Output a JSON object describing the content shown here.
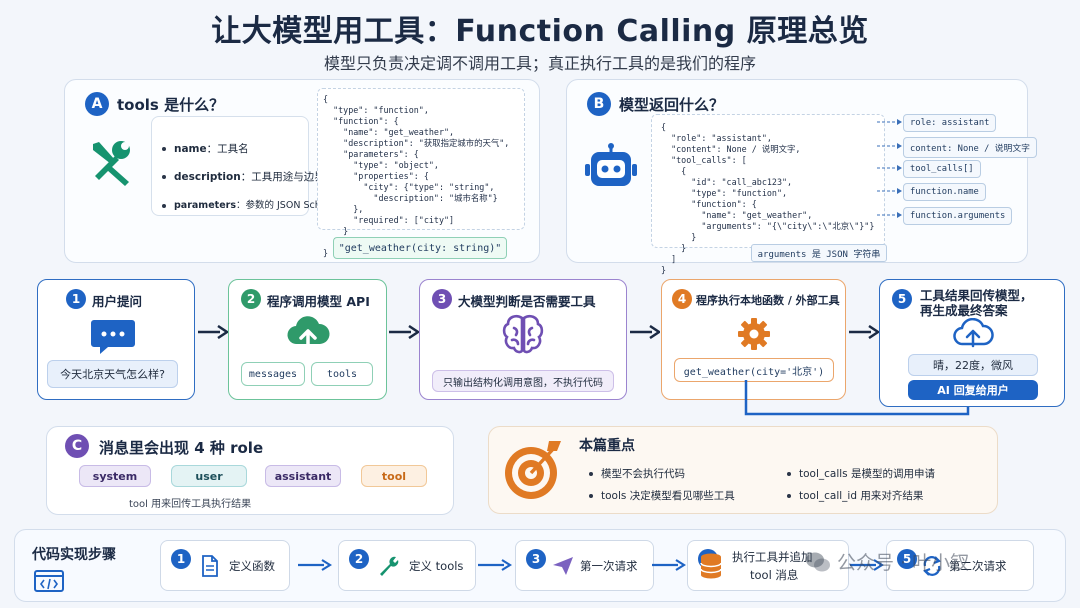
{
  "header": {
    "title": "让大模型用工具：Function Calling 原理总览",
    "subtitle": "模型只负责决定调不调用工具；真正执行工具的是我们的程序"
  },
  "section_a": {
    "badge": "A",
    "title": "tools 是什么？",
    "fields": [
      {
        "key": "name",
        "desc": "：工具名"
      },
      {
        "key": "description",
        "desc": "：工具用途与边界"
      },
      {
        "key": "parameters",
        "desc": "：参数的 JSON Schema"
      }
    ],
    "code": "{\n  \"type\": \"function\",\n  \"function\": {\n    \"name\": \"get_weather\",\n    \"description\": \"获取指定城市的天气\",\n    \"parameters\": {\n      \"type\": \"object\",\n      \"properties\": {\n        \"city\": {\"type\": \"string\",\n          \"description\": \"城市名称\"}\n      },\n      \"required\": [\"city\"]\n    }\n  }\n}",
    "signature": "\"get_weather(city: string)\""
  },
  "section_b": {
    "badge": "B",
    "title": "模型返回什么？",
    "code": "{\n  \"role\": \"assistant\",\n  \"content\": None / 说明文字,\n  \"tool_calls\": [\n    {\n      \"id\": \"call_abc123\",\n      \"type\": \"function\",\n      \"function\": {\n        \"name\": \"get_weather\",\n        \"arguments\": \"{\\\"city\\\":\\\"北京\\\"}\"}\n      }\n    }\n  ]\n}",
    "arguments_note": "arguments 是 JSON 字符串",
    "tags": [
      "role: assistant",
      "content: None / 说明文字",
      "tool_calls[]",
      "function.name",
      "function.arguments"
    ]
  },
  "flow": [
    {
      "num": "1",
      "title": "用户提问",
      "detail": "今天北京天气怎么样?"
    },
    {
      "num": "2",
      "title": "程序调用模型 API",
      "chips": [
        "messages",
        "tools"
      ]
    },
    {
      "num": "3",
      "title": "大模型判断是否需要工具",
      "detail": "只输出结构化调用意图，不执行代码"
    },
    {
      "num": "4",
      "title": "程序执行本地函数 / 外部工具",
      "detail": "get_weather(city='北京')"
    },
    {
      "num": "5",
      "title": "工具结果回传模型，",
      "title2": "再生成最终答案",
      "result": "晴，22度，微风",
      "reply": "AI 回复给用户"
    }
  ],
  "section_c": {
    "badge": "C",
    "title": "消息里会出现 4 种 role",
    "roles": [
      "system",
      "user",
      "assistant",
      "tool"
    ],
    "note": "tool 用来回传工具执行结果"
  },
  "key_points": {
    "title": "本篇重点",
    "items": [
      "模型不会执行代码",
      "tool_calls 是模型的调用申请",
      "tools 决定模型看见哪些工具",
      "tool_call_id 用来对齐结果"
    ]
  },
  "code_steps": {
    "title": "代码实现步骤",
    "steps": [
      {
        "num": "1",
        "label": "定义函数"
      },
      {
        "num": "2",
        "label": "定义 tools"
      },
      {
        "num": "3",
        "label": "第一次请求"
      },
      {
        "num": "4",
        "label": "执行工具并追加",
        "label2": "tool 消息"
      },
      {
        "num": "5",
        "label": "第二次请求"
      }
    ]
  },
  "watermark": "公众号 · 叶小钗",
  "colors": {
    "blue": "#1e63c4",
    "green": "#2f9a6a",
    "purple": "#6f4fb3",
    "orange": "#e07a24",
    "navy": "#1b2a44"
  }
}
